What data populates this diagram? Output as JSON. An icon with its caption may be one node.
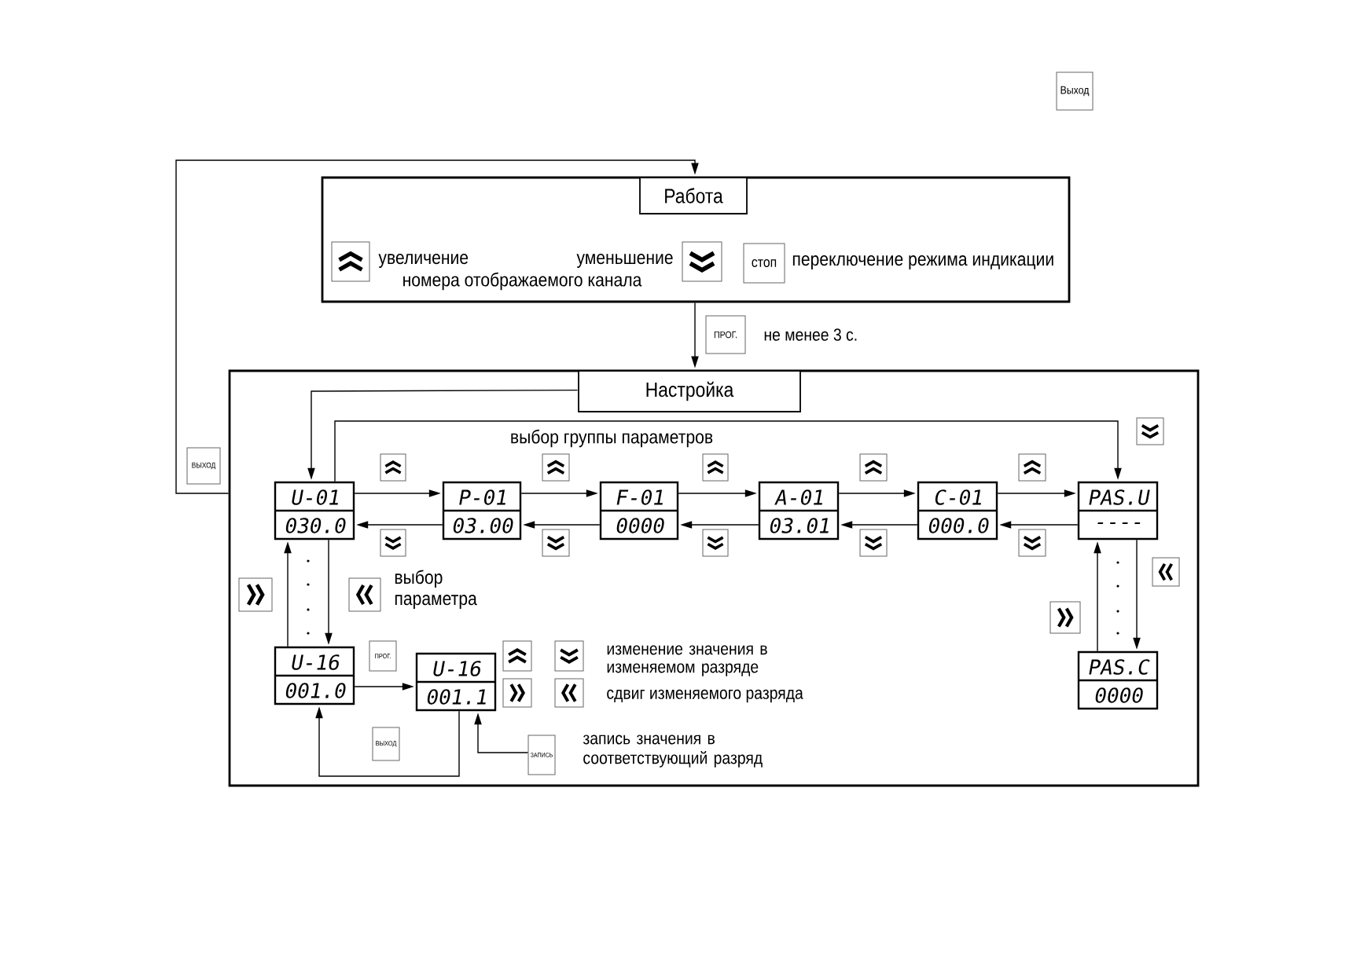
{
  "diagram": {
    "nodes": [
      {
        "text": [
          "Выход"
        ]
      },
      {
        "text": [
          "Работа"
        ]
      },
      {
        "text": [
          "стоп"
        ],
        "in": 1
      },
      {
        "text": [
          "ПРОГ."
        ],
        "beside": [
          "не менее 3 с."
        ]
      },
      {
        "text": [
          "Настройка"
        ]
      },
      {
        "text": [
          "ВЫХОД"
        ]
      },
      {
        "text": [
          "U-01",
          "030.0"
        ],
        "in": 4
      },
      {
        "text": [
          "P-01",
          "03.00"
        ],
        "in": 4
      },
      {
        "text": [
          "F-01",
          "0000"
        ],
        "in": 4
      },
      {
        "text": [
          "A-01",
          "03.01"
        ],
        "in": 4
      },
      {
        "text": [
          "C-01",
          "000.0"
        ],
        "in": 4
      },
      {
        "text": [
          "PAS.U",
          "----"
        ],
        "in": 4
      },
      {
        "text": [
          "ПРОГ."
        ],
        "in": 4
      },
      {
        "text": [
          "U-16",
          "001.0"
        ],
        "in": 4
      },
      {
        "text": [
          "U-16",
          "001.1"
        ],
        "in": 4
      },
      {
        "text": [
          "PAS.C",
          "0000"
        ],
        "in": 4
      },
      {
        "text": [
          "ВЫХОД"
        ],
        "in": 4
      },
      {
        "text": [
          "ЗАПИСЬ"
        ],
        "in": 4,
        "beside": [
          "запись значения в соответствующий разряд"
        ]
      }
    ],
    "edges": [
      {
        "from": 4,
        "to": 1,
        "arrow": "to"
      },
      {
        "from": 1,
        "to": 4,
        "arrow": "to"
      },
      {
        "from": 4,
        "to": 6,
        "arrow": "to"
      },
      {
        "from": 6,
        "to": 7,
        "arrow": "to"
      },
      {
        "from": 7,
        "to": 6,
        "arrow": "to"
      },
      {
        "from": 7,
        "to": 8,
        "arrow": "to"
      },
      {
        "from": 8,
        "to": 7,
        "arrow": "to"
      },
      {
        "from": 8,
        "to": 9,
        "arrow": "to"
      },
      {
        "from": 9,
        "to": 8,
        "arrow": "to"
      },
      {
        "from": 9,
        "to": 10,
        "arrow": "to"
      },
      {
        "from": 10,
        "to": 9,
        "arrow": "to"
      },
      {
        "from": 10,
        "to": 11,
        "arrow": "to"
      },
      {
        "from": 11,
        "to": 10,
        "arrow": "to"
      },
      {
        "from": 6,
        "to": 11,
        "arrow": "to"
      },
      {
        "from": 6,
        "to": 13,
        "arrow": "to"
      },
      {
        "from": 13,
        "to": 6,
        "arrow": "to"
      },
      {
        "from": 13,
        "to": 14,
        "arrow": "to"
      },
      {
        "from": 14,
        "to": 13,
        "arrow": "to"
      },
      {
        "from": 17,
        "to": 14,
        "arrow": "to"
      },
      {
        "from": 11,
        "to": 15,
        "arrow": "to"
      },
      {
        "from": 15,
        "to": 11,
        "arrow": "to"
      }
    ],
    "labels": [
      "увеличение",
      "уменьшение",
      "номера отображаемого канала",
      "переключение режима индикации",
      "выбор группы параметров",
      "выбор параметра",
      "изменение значения в изменяемом разряде",
      "сдвиг изменяемого разряда"
    ]
  }
}
